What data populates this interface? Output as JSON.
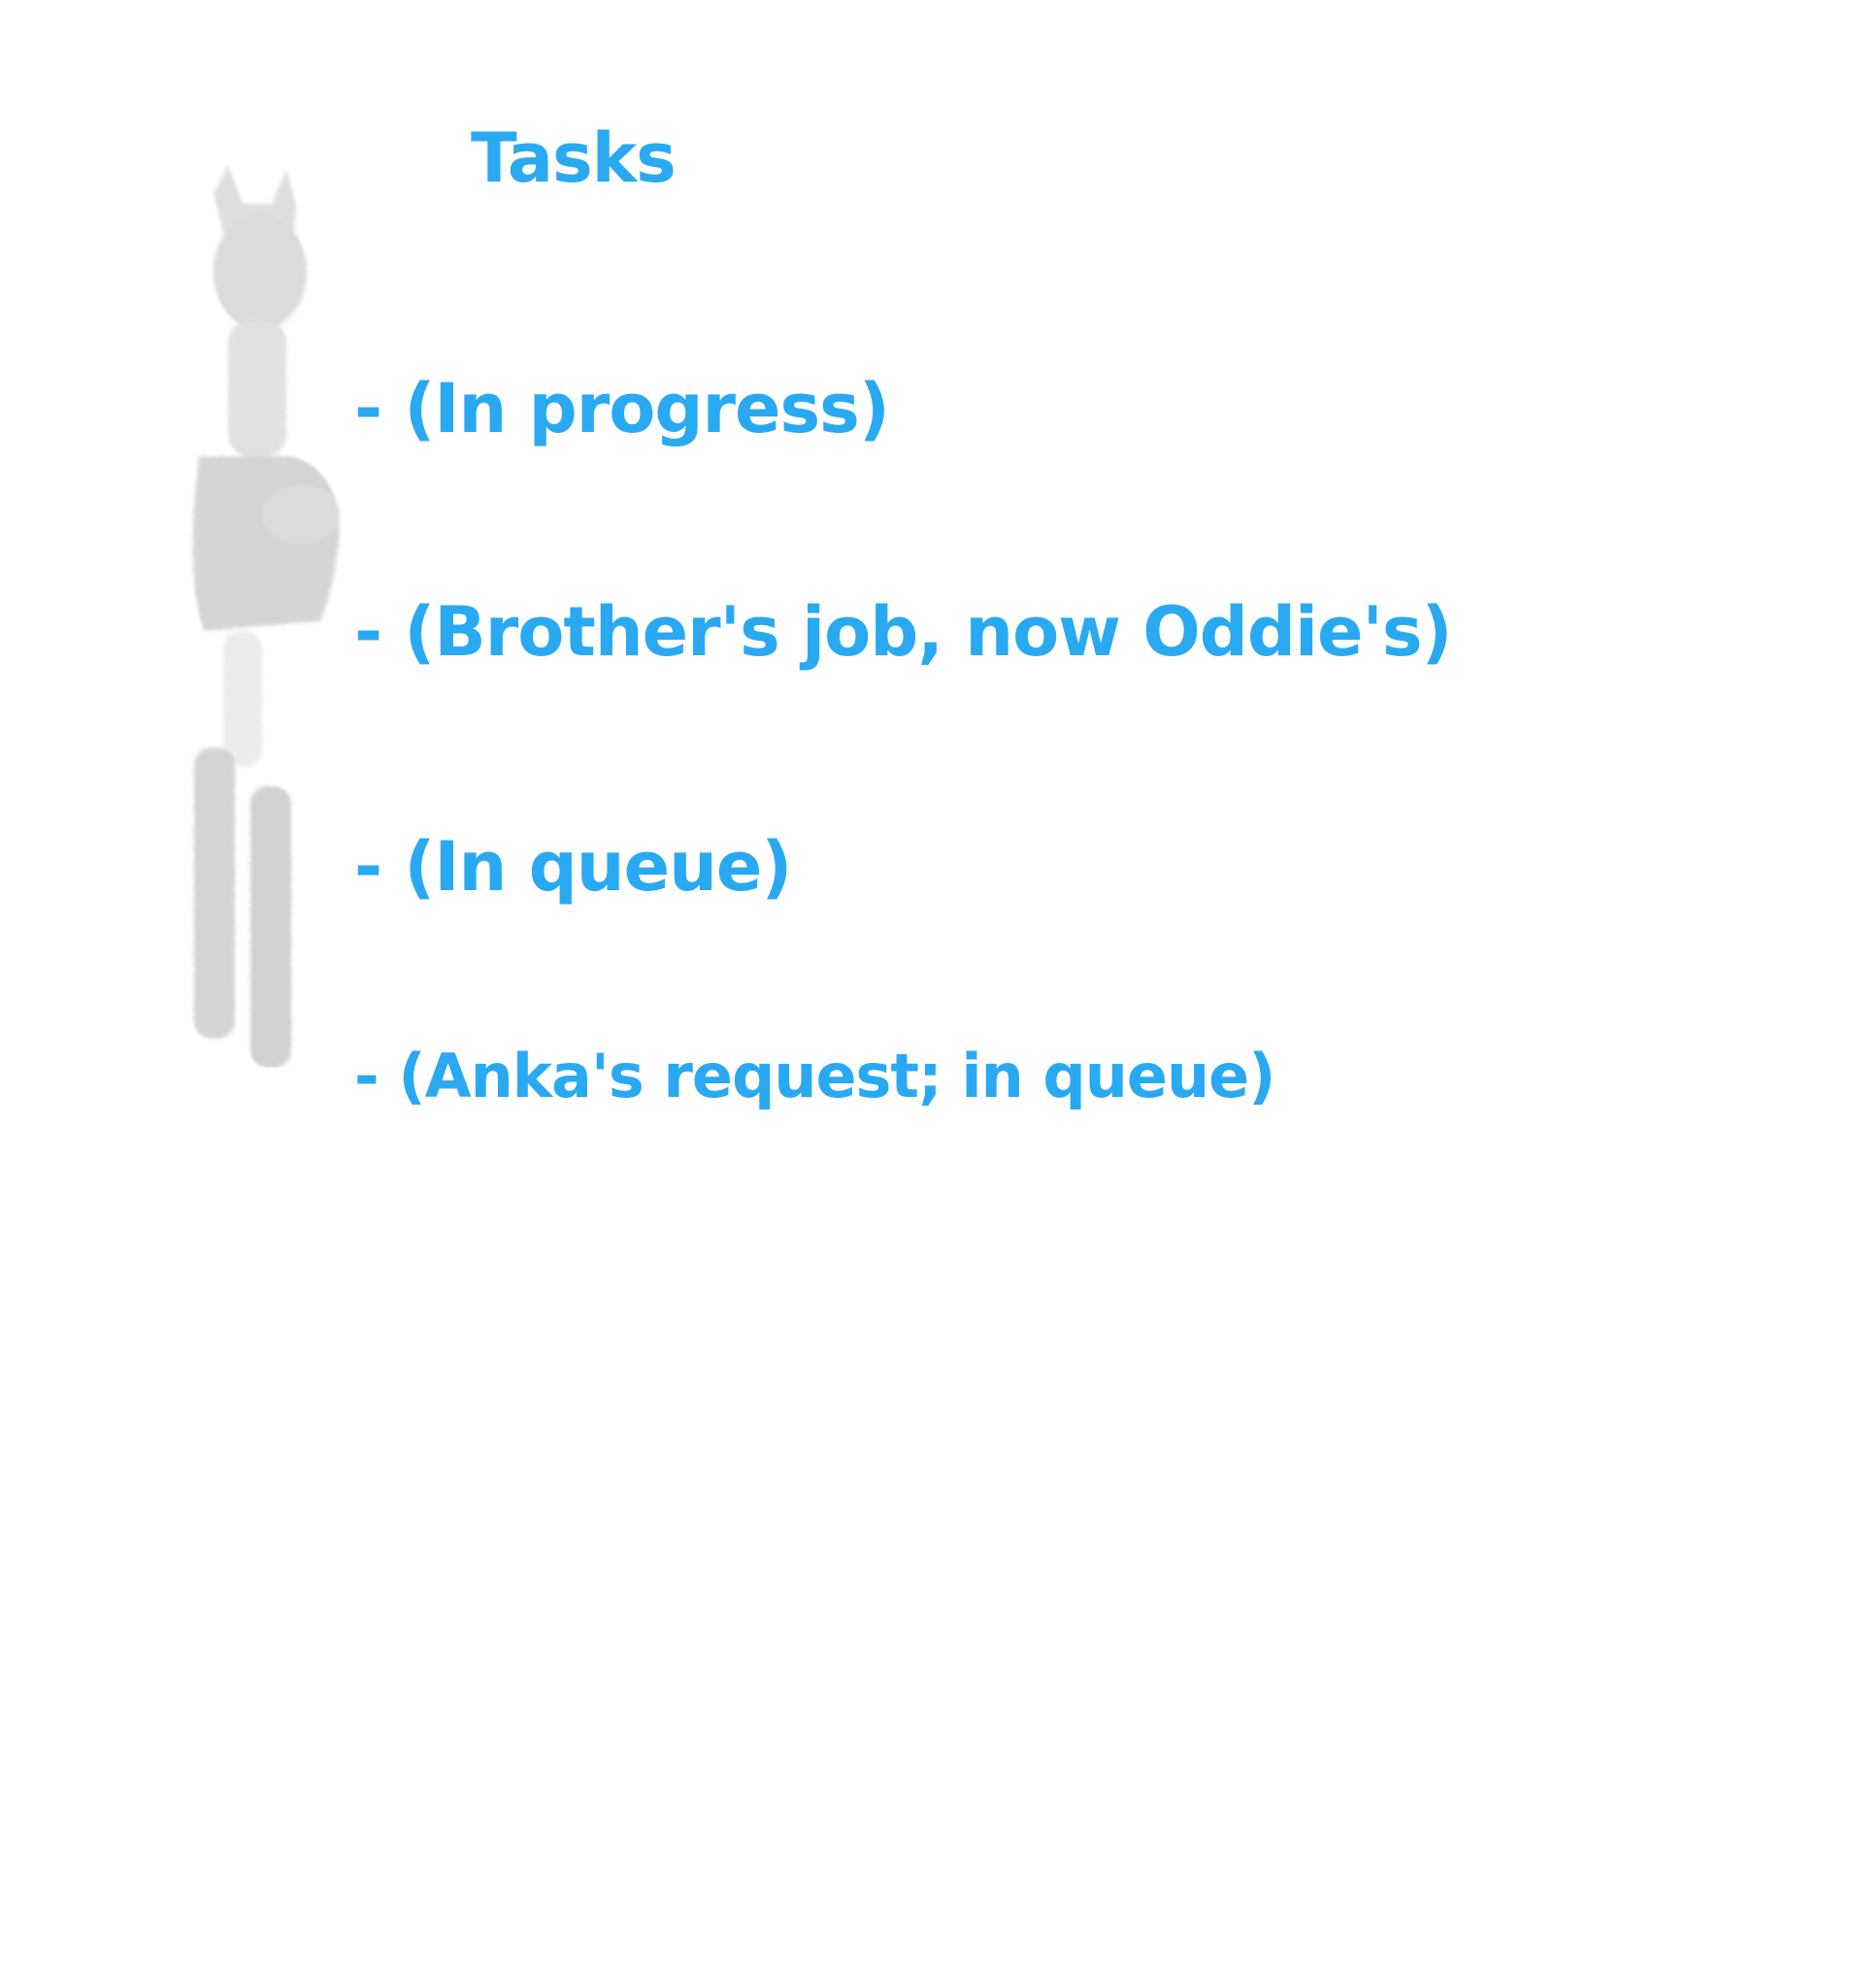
{
  "title": "Tasks",
  "colors": {
    "text": "#29a9f2",
    "figure": "#c8c8c8",
    "background": "#ffffff"
  },
  "figure": {
    "icon": "ghostly-figure-sketch-icon"
  },
  "tasks": [
    {
      "label": "- (In progress)"
    },
    {
      "label": "- (Brother's job, now Oddie's)"
    },
    {
      "label": "- (In queue)"
    },
    {
      "label": "- (Anka's request; in queue)"
    }
  ]
}
